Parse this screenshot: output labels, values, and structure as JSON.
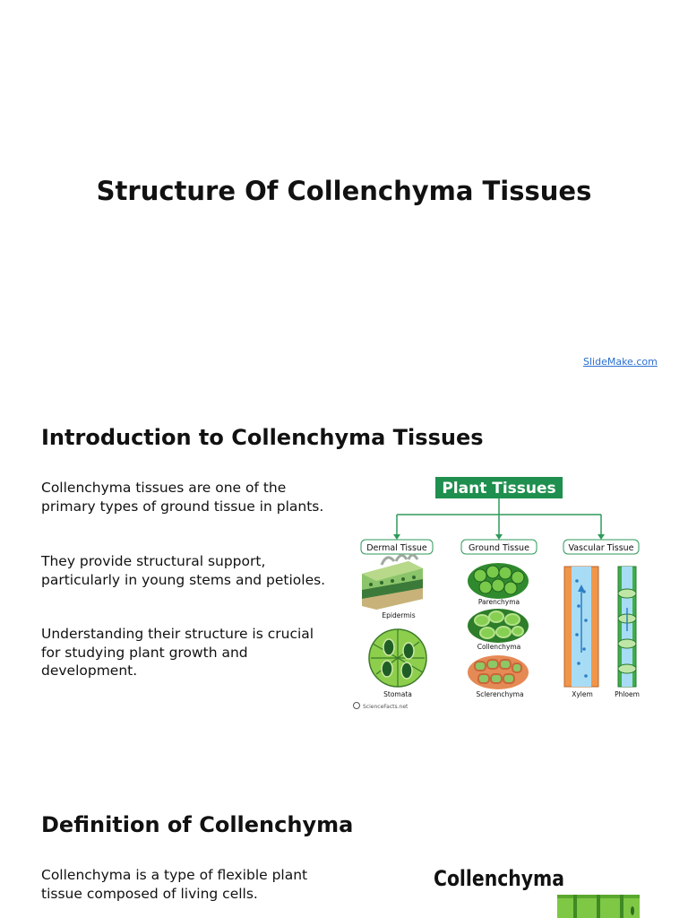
{
  "slide1": {
    "title": "Structure Of Collenchyma Tissues",
    "credit": "SlideMake.com"
  },
  "slide2": {
    "heading": "Introduction to Collenchyma Tissues",
    "paragraphs": [
      "Collenchyma tissues are one of the primary types of ground tissue in plants.",
      "They provide structural support, particularly in young stems and petioles.",
      "Understanding their structure is crucial for studying plant growth and development."
    ],
    "figure": {
      "title": "Plant Tissues",
      "categories": [
        "Dermal Tissue",
        "Ground Tissue",
        "Vascular Tissue"
      ],
      "labels": [
        "Epidermis",
        "Stomata",
        "Parenchyma",
        "Collenchyma",
        "Sclerenchyma",
        "Xylem",
        "Phloem"
      ],
      "watermark": "ScienceFacts.net",
      "colors": {
        "title_bg": "#1e8f4e",
        "connector": "#2e9a5a",
        "cell_green": "#6cc24a",
        "xylem": "#f0954a",
        "phloem": "#3fae4a"
      }
    }
  },
  "slide3": {
    "heading": "Definition of Collenchyma",
    "paragraphs": [
      "Collenchyma is a type of flexible plant tissue composed of living cells."
    ],
    "figure": {
      "title": "Collenchyma"
    }
  }
}
